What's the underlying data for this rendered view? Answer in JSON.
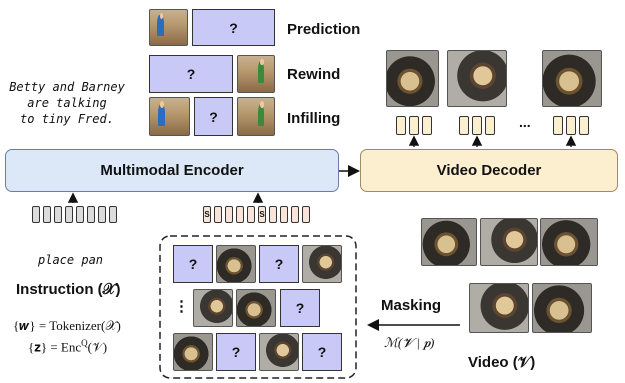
{
  "tasks": {
    "prediction": "Prediction",
    "rewind": "Rewind",
    "infilling": "Infilling"
  },
  "caption": [
    "Betty and Barney",
    "are talking",
    "to tiny Fred."
  ],
  "mask_symbol": "?",
  "encoder_label": "Multimodal Encoder",
  "decoder_label": "Video Decoder",
  "ellipsis": "...",
  "vertical_ellipsis": "⋮",
  "special_token": "S",
  "instruction_text": "place pan",
  "instruction_label": "Instruction (𝒳)",
  "formula_w": "{𝒘} = Tokenizer(𝒳)",
  "formula_z": "{𝐳} = Enc",
  "formula_z_sup": "Q",
  "formula_z_end": "(𝒱)",
  "masking_label": "Masking",
  "masking_formula": "ℳ(𝓥 | 𝒑)",
  "video_label": "Video (𝒱)",
  "colors": {
    "mask": "#c9c9f7",
    "encoder": "#dce8f7",
    "decoder": "#fbefcf",
    "token_gray": "#dcdcdc",
    "token_peach": "#f8e4d8"
  }
}
